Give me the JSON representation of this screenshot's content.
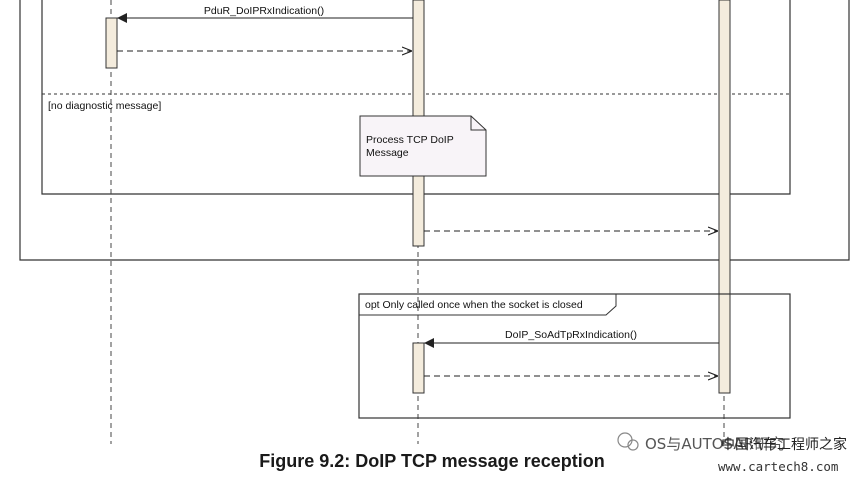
{
  "messages": {
    "pdur_rx_indication": "PduR_DoIPRxIndication()",
    "soad_tp_rx_indication": "DoIP_SoAdTpRxIndication()"
  },
  "guard": {
    "no_diagnostic": "[no diagnostic message]"
  },
  "note": {
    "line1": "Process TCP DoIP",
    "line2": "Message"
  },
  "fragment": {
    "opt_label": "opt Only called once when the socket is closed"
  },
  "caption": "Figure 9.2: DoIP TCP message reception",
  "watermark": {
    "brand": "OS与AUTOSAR研究",
    "site_name": "中国汽车工程师之家",
    "site_url": "www.cartech8.com"
  },
  "colors": {
    "activation_fill": "#f4ecdd",
    "note_fill": "#f8f4f8",
    "line": "#333333"
  }
}
